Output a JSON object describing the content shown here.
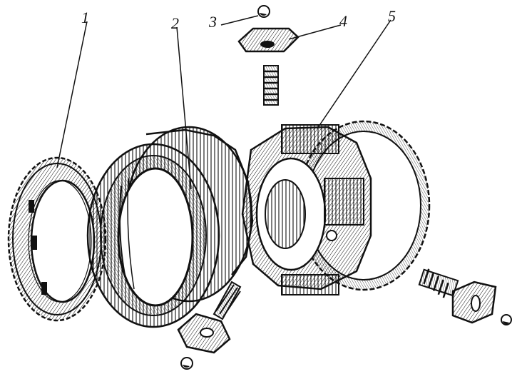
{
  "figure": {
    "labels": [
      {
        "id": "1",
        "text": "1"
      },
      {
        "id": "2",
        "text": "2"
      },
      {
        "id": "3",
        "text": "3"
      },
      {
        "id": "4",
        "text": "4"
      },
      {
        "id": "5",
        "text": "5"
      }
    ]
  },
  "colors": {
    "ink": "#111111",
    "paper": "#ffffff"
  }
}
